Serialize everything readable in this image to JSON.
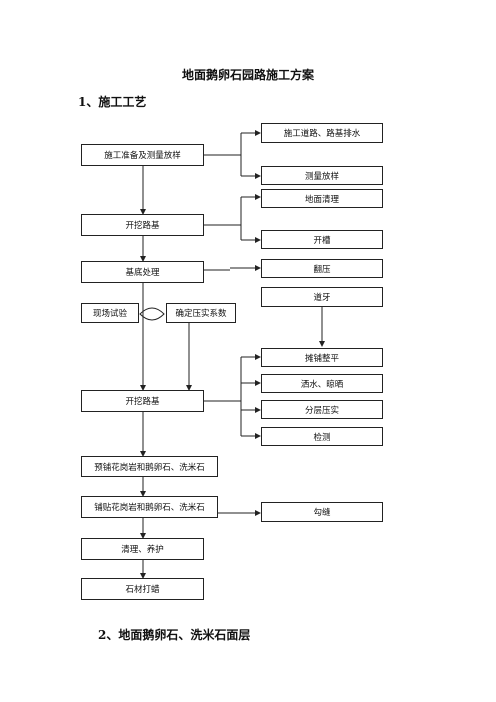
{
  "document": {
    "title": "地面鹅卵石园路施工方案",
    "section1_heading": "1、施工工艺",
    "section2_heading": "2、地面鹅卵石、洗米石面层"
  },
  "flowchart": {
    "main_steps": [
      "施工准备及测量放样",
      "开挖路基",
      "基底处理",
      "开挖路基",
      "预铺花岗岩和鹅卵石、洗米石",
      "铺贴花岗岩和鹅卵石、洗米石",
      "清理、养护",
      "石材打蜡"
    ],
    "test_steps": [
      "现场试验",
      "确定压实系数"
    ],
    "side_steps": [
      "施工道路、路基排水",
      "测量放样",
      "地面清理",
      "开槽",
      "翻压",
      "道牙",
      "摊铺整平",
      "洒水、晾晒",
      "分层压实",
      "检测",
      "勾缝"
    ]
  }
}
